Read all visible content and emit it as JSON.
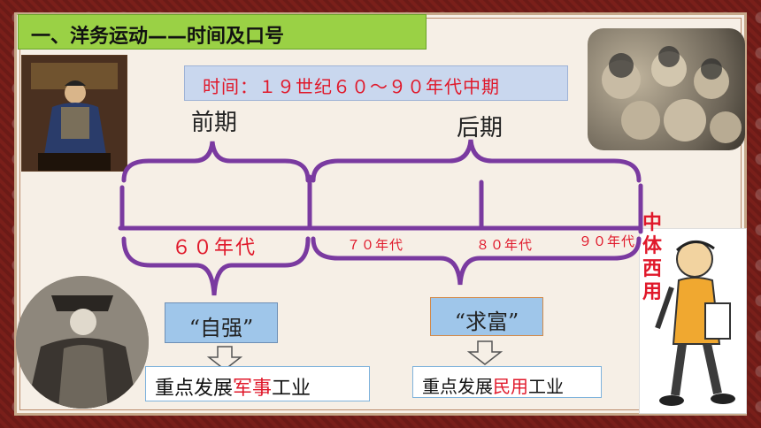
{
  "title": "一、洋务运动——时间及口号",
  "time_label": "时间：１９世纪６０～９０年代中期",
  "periods": {
    "early": "前期",
    "late": "后期"
  },
  "decades": {
    "d60": "６０年代",
    "d70": "７０年代",
    "d80": "８０年代",
    "d90": "９０年代"
  },
  "side_note": "中体西用",
  "slogans": {
    "ziqiang": "“自强”",
    "qiufu": "“求富”"
  },
  "focus": {
    "military": {
      "prefix": "重点发展",
      "highlight": "军事",
      "suffix": "工业"
    },
    "civil": {
      "prefix": "重点发展",
      "highlight": "民用",
      "suffix": "工业"
    }
  },
  "colors": {
    "timeline": "#7a3aa0",
    "accent_red": "#e0182a",
    "title_bg": "#9ad145",
    "time_bg": "#c9d7ee",
    "slogan_bg": "#9fc6ea"
  }
}
